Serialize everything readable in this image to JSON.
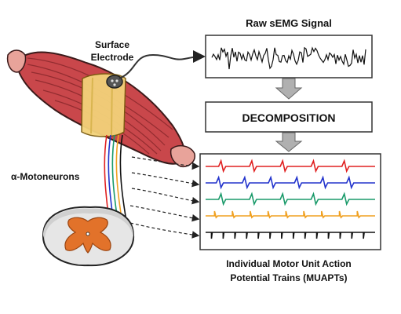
{
  "labels": {
    "raw_signal_title": "Raw sEMG Signal",
    "electrode_line1": "Surface",
    "electrode_line2": "Electrode",
    "decomposition": "DECOMPOSITION",
    "motoneurons": "α-Motoneurons",
    "output_line1": "Individual Motor Unit Action",
    "output_line2": "Potential Trains (MUAPTs)"
  },
  "colors": {
    "muscle": "#c9474b",
    "muscle_dark": "#8e2a2e",
    "tendon": "#e8a39a",
    "electrode_band": "#f3d27a",
    "spinal_gray": "#e2722a",
    "box_border": "#333333",
    "arrow_fill": "#b0b0b0",
    "train_red": "#e02020",
    "train_blue": "#2233cc",
    "train_green": "#1a9a6a",
    "train_orange": "#f0a020",
    "train_black": "#111111"
  },
  "motor_unit_trains": [
    {
      "color": "#e02020",
      "spikes": 5
    },
    {
      "color": "#2233cc",
      "spikes": 6
    },
    {
      "color": "#1a9a6a",
      "spikes": 5
    },
    {
      "color": "#f0a020",
      "spikes": 9
    },
    {
      "color": "#111111",
      "spikes": 14
    }
  ]
}
